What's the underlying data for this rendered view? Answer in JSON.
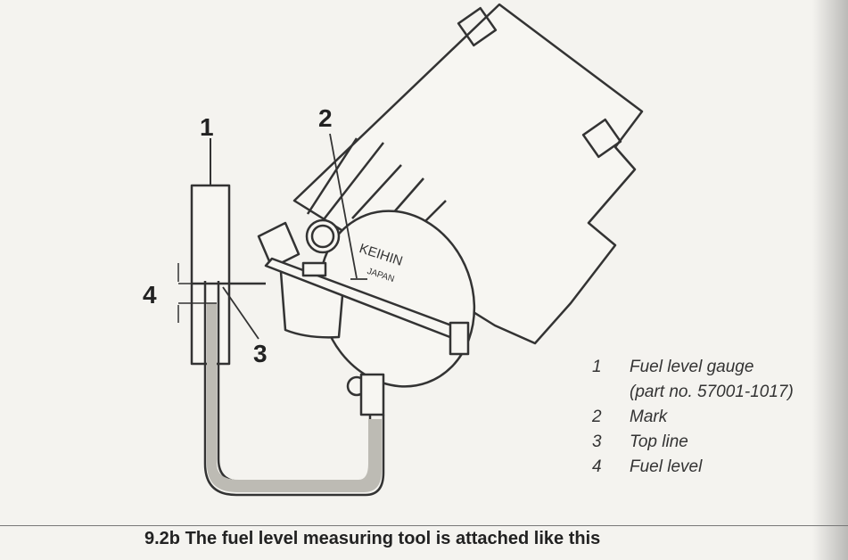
{
  "figure": {
    "callouts": [
      "1",
      "2",
      "3",
      "4"
    ],
    "brand_marking": [
      "KEIHIN",
      "JAPAN"
    ]
  },
  "legend": [
    {
      "num": "1",
      "text": "Fuel level gauge"
    },
    {
      "num": "",
      "text": "(part no. 57001-1017)"
    },
    {
      "num": "2",
      "text": "Mark"
    },
    {
      "num": "3",
      "text": "Top line"
    },
    {
      "num": "4",
      "text": "Fuel level"
    }
  ],
  "caption": "9.2b  The fuel level measuring tool is attached like this"
}
